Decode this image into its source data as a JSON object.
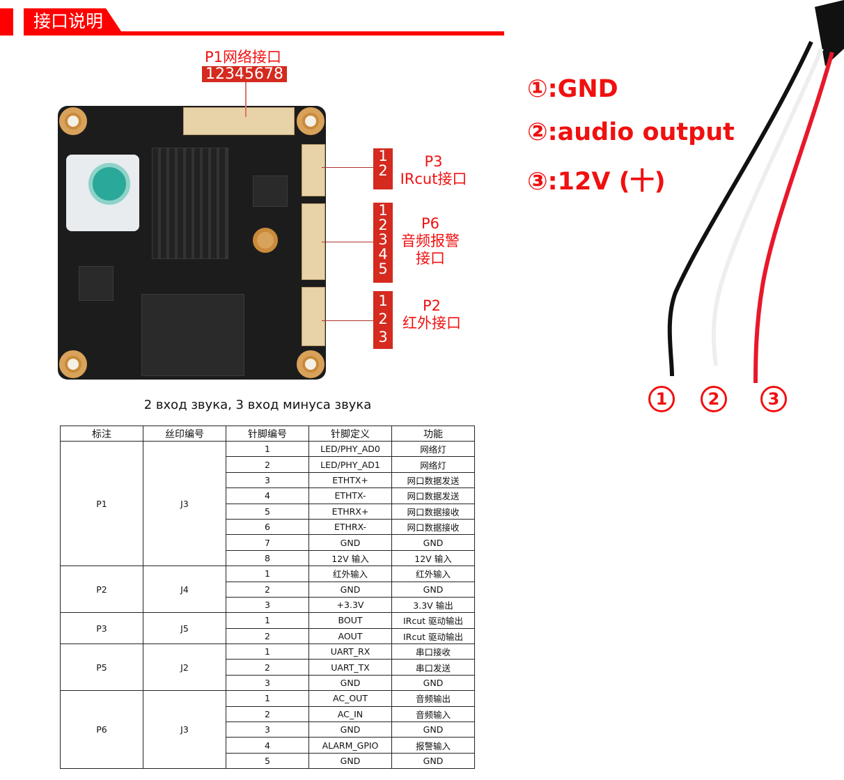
{
  "header": {
    "title": "接口说明"
  },
  "board": {
    "p1": {
      "label": "P1网络接口",
      "pins": "12345678"
    },
    "p3": {
      "pins": [
        "1",
        "2"
      ],
      "name": "P3",
      "desc": "IRcut接口"
    },
    "p6": {
      "pins": [
        "1",
        "2",
        "3",
        "4",
        "5"
      ],
      "name": "P6",
      "desc": "音频报警",
      "desc2": "接口"
    },
    "p2": {
      "pins": [
        "1",
        "2",
        "3"
      ],
      "name": "P2",
      "desc": "红外接口"
    }
  },
  "caption": "2 вход звука, 3 вход минуса звука",
  "cable": {
    "legend": [
      "①:GND",
      "②:audio output",
      "③:12V (十)"
    ],
    "wire_labels": [
      "1",
      "2",
      "3"
    ],
    "colors": {
      "black": "#111111",
      "white": "#f2f2f2",
      "red": "#e8182a"
    }
  },
  "table": {
    "headers": [
      "标注",
      "丝印编号",
      "针脚编号",
      "针脚定义",
      "功能"
    ],
    "groups": [
      {
        "label": "P1",
        "silk": "J3",
        "rows": [
          [
            "1",
            "LED/PHY_AD0",
            "网络灯"
          ],
          [
            "2",
            "LED/PHY_AD1",
            "网络灯"
          ],
          [
            "3",
            "ETHTX+",
            "网口数据发送"
          ],
          [
            "4",
            "ETHTX-",
            "网口数据发送"
          ],
          [
            "5",
            "ETHRX+",
            "网口数据接收"
          ],
          [
            "6",
            "ETHRX-",
            "网口数据接收"
          ],
          [
            "7",
            "GND",
            "GND"
          ],
          [
            "8",
            "12V 输入",
            "12V 输入"
          ]
        ]
      },
      {
        "label": "P2",
        "silk": "J4",
        "rows": [
          [
            "1",
            "红外输入",
            "红外输入"
          ],
          [
            "2",
            "GND",
            "GND"
          ],
          [
            "3",
            "+3.3V",
            "3.3V 输出"
          ]
        ]
      },
      {
        "label": "P3",
        "silk": "J5",
        "rows": [
          [
            "1",
            "BOUT",
            "IRcut 驱动输出"
          ],
          [
            "2",
            "AOUT",
            "IRcut 驱动输出"
          ]
        ]
      },
      {
        "label": "P5",
        "silk": "J2",
        "rows": [
          [
            "1",
            "UART_RX",
            "串口接收"
          ],
          [
            "2",
            "UART_TX",
            "串口发送"
          ],
          [
            "3",
            "GND",
            "GND"
          ]
        ]
      },
      {
        "label": "P6",
        "silk": "J3",
        "rows": [
          [
            "1",
            "AC_OUT",
            "音频输出"
          ],
          [
            "2",
            "AC_IN",
            "音频输入"
          ],
          [
            "3",
            "GND",
            "GND"
          ],
          [
            "4",
            "ALARM_GPIO",
            "报警输入"
          ],
          [
            "5",
            "GND",
            "GND"
          ]
        ]
      }
    ]
  }
}
